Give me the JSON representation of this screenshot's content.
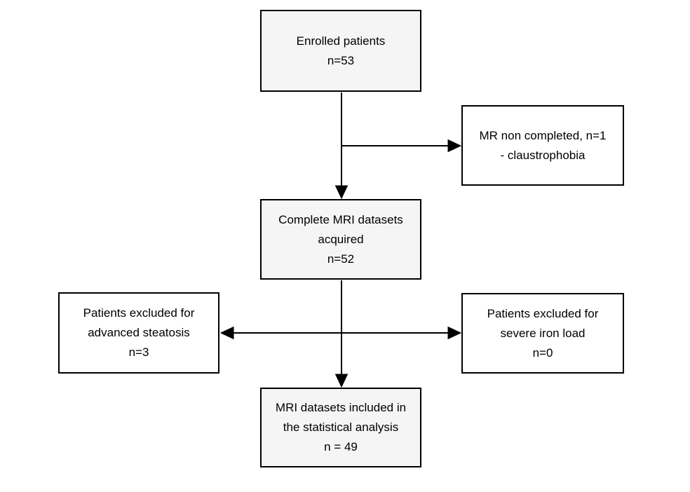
{
  "colors": {
    "background": "#ffffff",
    "box_fill_shaded": "#f5f5f5",
    "box_fill_plain": "#ffffff",
    "box_border": "#000000",
    "text": "#000000",
    "arrow": "#000000"
  },
  "flowchart": {
    "type": "patient-enrollment-flow-diagram",
    "nodes": {
      "enrolled": {
        "lines": [
          "Enrolled patients",
          "n=53"
        ]
      },
      "mr_non_completed": {
        "lines": [
          "MR non completed, n=1",
          "- claustrophobia"
        ]
      },
      "complete_mri": {
        "lines": [
          "Complete MRI datasets",
          "acquired",
          "n=52"
        ]
      },
      "excluded_steatosis": {
        "lines": [
          "Patients excluded for",
          "advanced steatosis",
          "n=3"
        ]
      },
      "excluded_iron": {
        "lines": [
          "Patients excluded for",
          "severe iron load",
          "n=0"
        ]
      },
      "included_analysis": {
        "lines": [
          "MRI datasets included in",
          "the statistical analysis",
          "n = 49"
        ]
      }
    }
  }
}
